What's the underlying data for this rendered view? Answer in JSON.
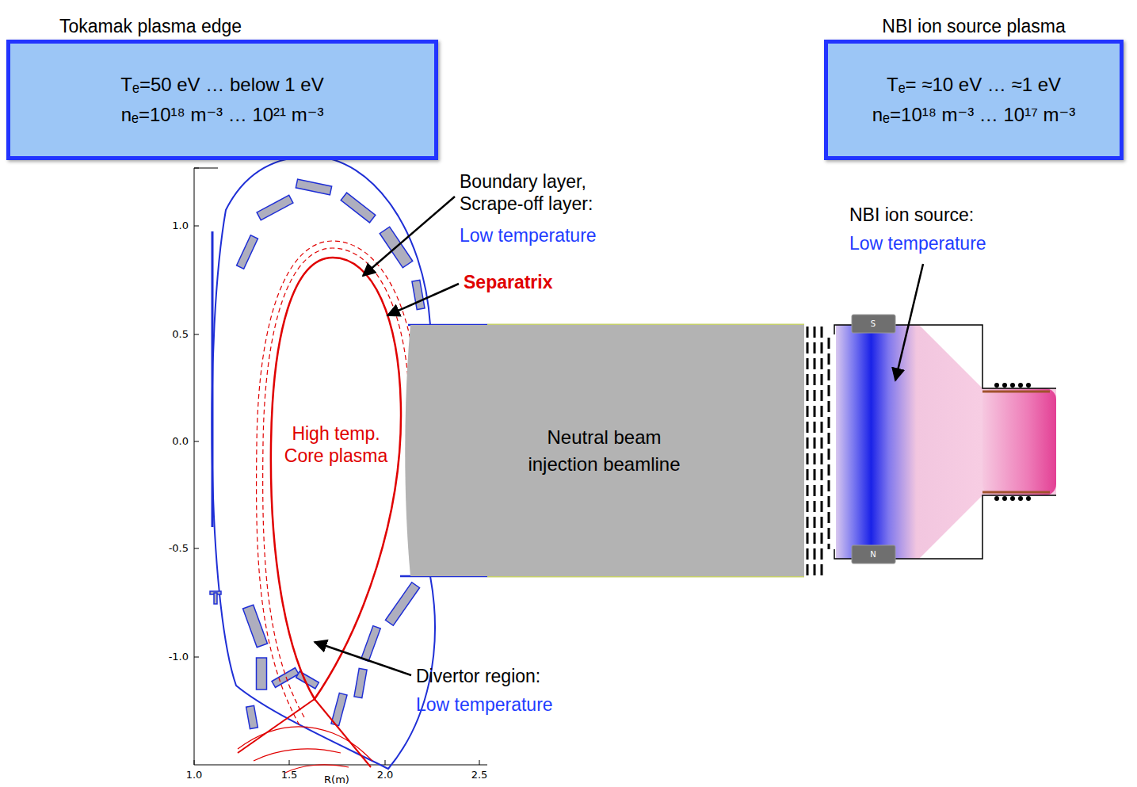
{
  "diagram": {
    "nodes": [
      {
        "text": [
          "Tokamak plasma edge",
          "Tₑ=50 eV … below 1 eV",
          "nₑ=10¹⁸ m⁻³ … 10²¹ m⁻³"
        ]
      },
      {
        "text": [
          "NBI ion source plasma",
          "Tₑ= ≈10 eV … ≈1 eV",
          "nₑ=10¹⁸ m⁻³ … 10¹⁷ m⁻³"
        ]
      },
      {
        "text": [
          "Neutral beam injection beamline"
        ]
      }
    ],
    "labels": [
      "Boundary layer, Scrape-off layer:",
      "Low temperature",
      "Separatrix",
      "NBI ion source:",
      "Low temperature",
      "High temp. Core plasma",
      "Divertor region:",
      "Low temperature",
      "S",
      "N",
      "1.0",
      "0.5",
      "0.0",
      "-0.5",
      "-1.0",
      "1.0",
      "1.5",
      "2.0",
      "2.5",
      "R(m)"
    ]
  }
}
